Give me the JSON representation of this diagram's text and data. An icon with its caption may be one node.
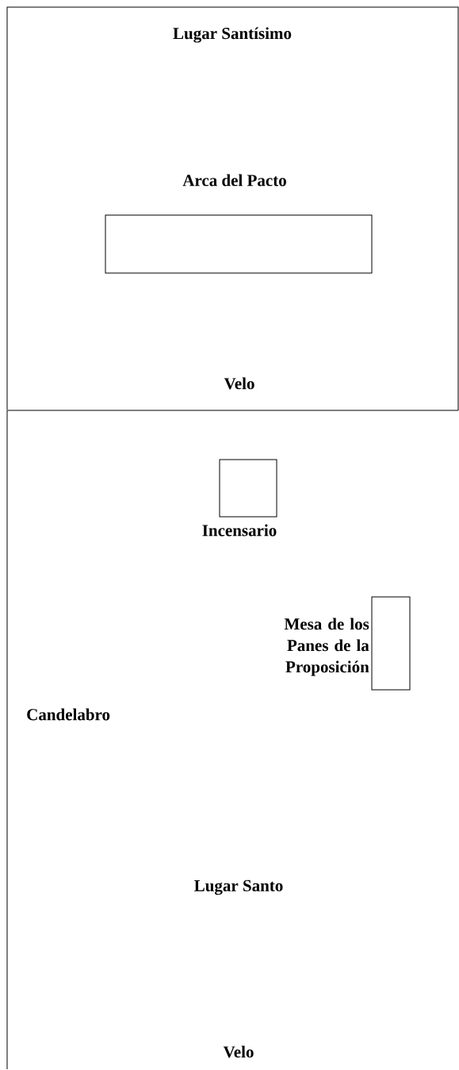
{
  "diagram": {
    "nodes": [
      {
        "text": [
          "Lugar Santísimo"
        ]
      },
      {
        "text": [
          "Arca del Pacto"
        ],
        "in": 0
      },
      {
        "text": [
          "Lugar Santo"
        ]
      },
      {
        "text": [
          "Incensario"
        ],
        "in": 2
      },
      {
        "text": [
          "Mesa de los Panes de la Proposición"
        ],
        "in": 2
      }
    ],
    "labels": [
      "Velo",
      "Candelabro",
      "Velo"
    ]
  }
}
